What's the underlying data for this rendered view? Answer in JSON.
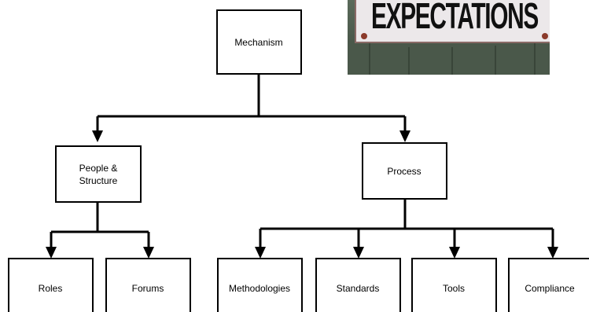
{
  "diagram": {
    "root": {
      "label": "Mechanism"
    },
    "branches": [
      {
        "label": "People &\nStructure",
        "children": [
          "Roles",
          "Forums"
        ]
      },
      {
        "label": "Process",
        "children": [
          "Methodologies",
          "Standards",
          "Tools",
          "Compliance"
        ]
      }
    ]
  },
  "photo": {
    "sign_text": "EXPECTATIONS"
  },
  "colors": {
    "box_stroke": "#000000",
    "line": "#000000",
    "background": "#ffffff",
    "sign_board": "#ece8ea",
    "wall": "#4f5d4f"
  }
}
